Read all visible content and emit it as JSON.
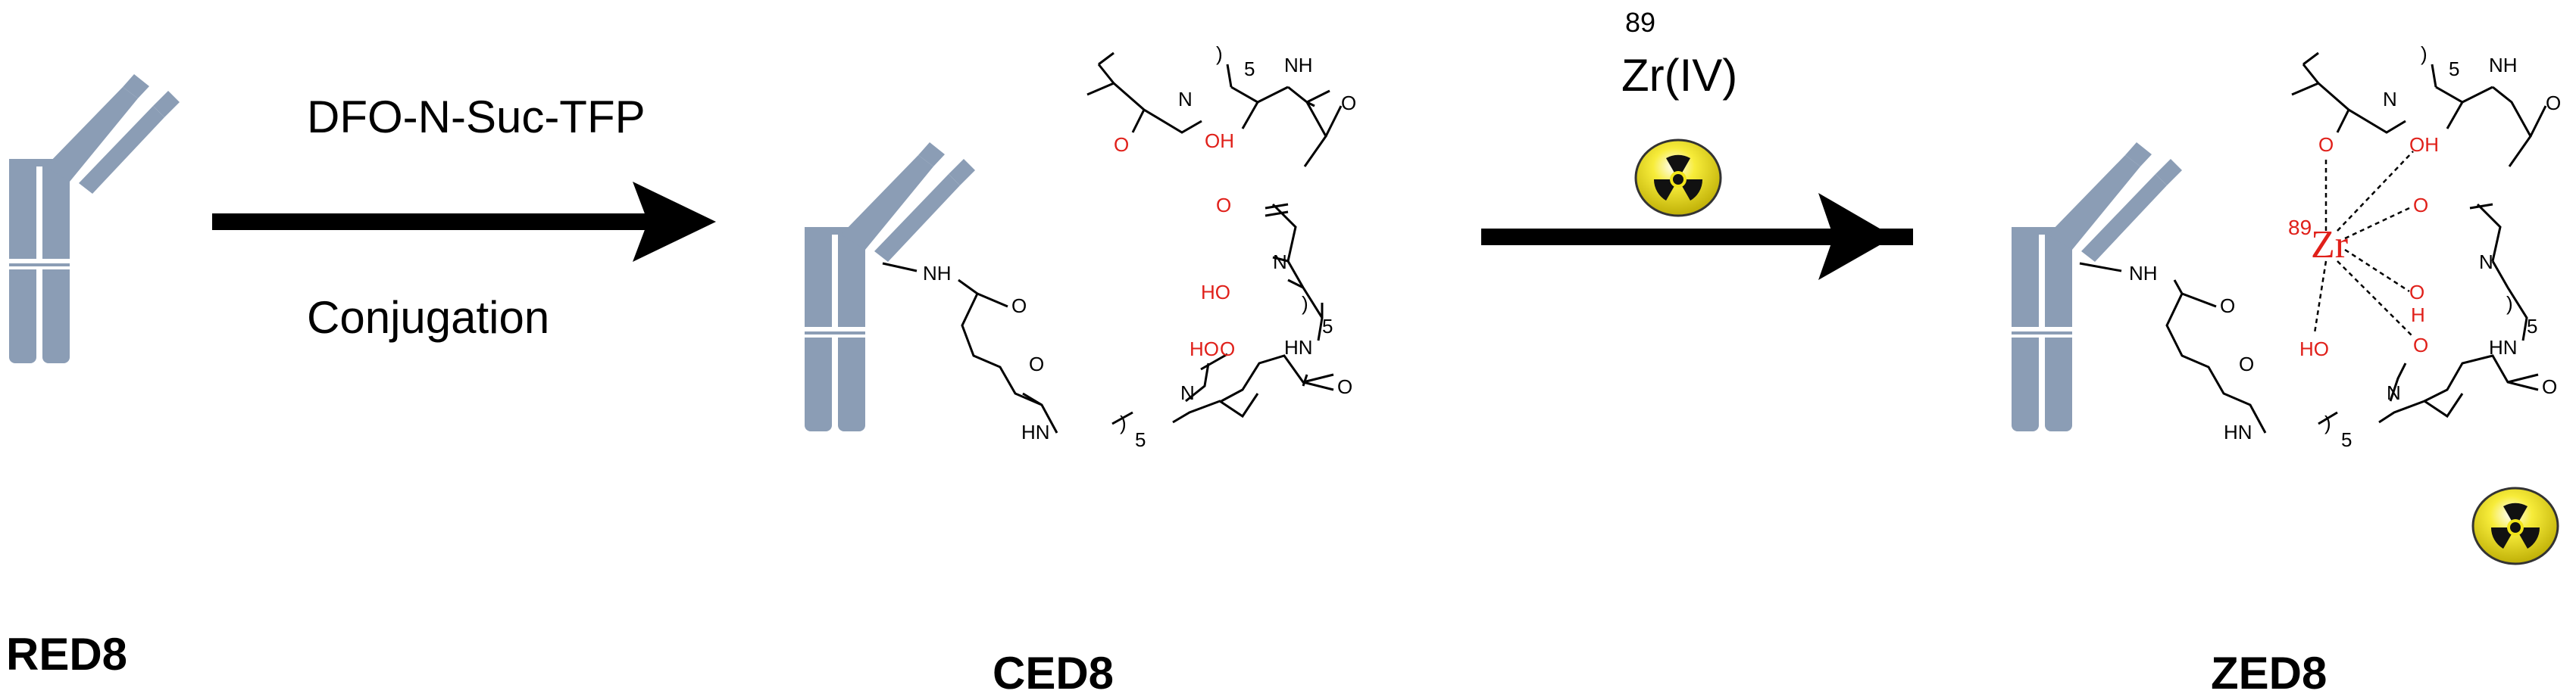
{
  "colors": {
    "antibody": "#8b9db5",
    "text": "#000000",
    "heteroatom": "#e0201a",
    "radiation_bg": "#f2e51a"
  },
  "labels": {
    "red8": "RED8",
    "ced8": "CED8",
    "zed8": "ZED8"
  },
  "step1": {
    "reagent": "DFO-N-Suc-TFP",
    "process": "Conjugation"
  },
  "step2": {
    "isotope_mass": "89",
    "reagent": "Zr(IV)"
  },
  "chem": {
    "NH": "NH",
    "HN": "HN",
    "HO": "HO",
    "OH": "OH",
    "O": "O",
    "N": "N",
    "H": "H",
    "subscript_5": "5",
    "paren": ")",
    "zr_mass": "89",
    "zr_symbol": "Zr"
  },
  "icons": [
    "antibody-icon",
    "radiation-icon",
    "arrow-icon"
  ]
}
